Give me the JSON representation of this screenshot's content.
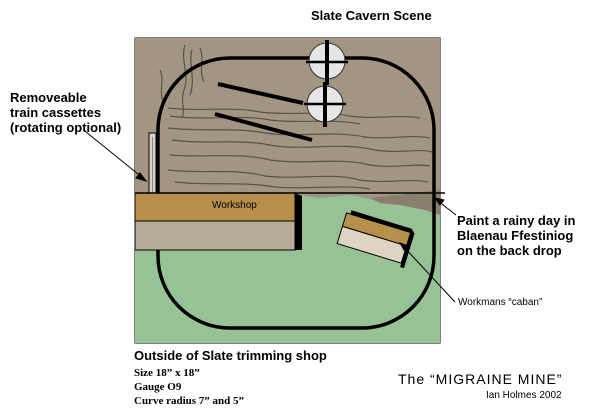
{
  "labels": {
    "scene_title": "Slate Cavern Scene",
    "cassettes_line1": "Removeable",
    "cassettes_line2": "train cassettes",
    "cassettes_line3": "(rotating optional)",
    "workshop": "Workshop",
    "backdrop_line1": "Paint a rainy day in",
    "backdrop_line2": "Blaenau Ffestiniog",
    "backdrop_line3": "on the back drop",
    "caban": "Workmans “caban”",
    "outside": "Outside of Slate trimming shop",
    "size": "Size 18” x 18”",
    "gauge": "Gauge O9",
    "curve": "Curve radius 7” and 5”",
    "layout_title": "The “MIGRAINE MINE”",
    "author": "Ian Holmes 2002"
  },
  "colors": {
    "cavern": "#a29682",
    "grass": "#98c295",
    "workshop_roof": "#b7904b",
    "workshop_wall": "#b5ab98",
    "track": "#000000"
  }
}
